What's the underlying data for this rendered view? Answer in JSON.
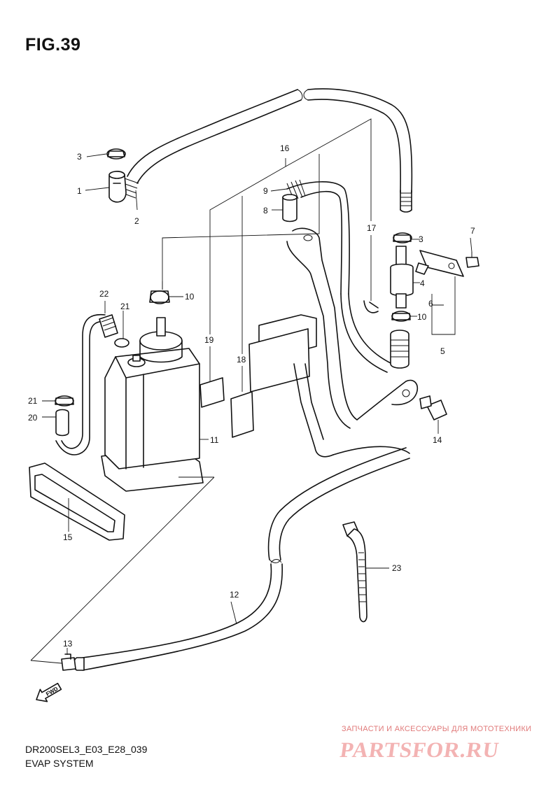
{
  "figure": {
    "title": "FIG.39",
    "model_code": "DR200SEL3_E03_E28_039",
    "system_name": "EVAP SYSTEM",
    "fwd_label": "FWD"
  },
  "watermark": {
    "caption": "ЗАПЧАСТИ И АКСЕССУАРЫ ДЛЯ МОТОТЕХНИКИ",
    "logo": "PARTSFOR.RU"
  },
  "callouts": {
    "c1": "1",
    "c2": "2",
    "c3a": "3",
    "c3b": "3",
    "c4": "4",
    "c5": "5",
    "c6": "6",
    "c7": "7",
    "c8": "8",
    "c9": "9",
    "c10a": "10",
    "c10b": "10",
    "c11": "11",
    "c12": "12",
    "c13": "13",
    "c14": "14",
    "c15": "15",
    "c16": "16",
    "c17": "17",
    "c18": "18",
    "c19": "19",
    "c20": "20",
    "c21a": "21",
    "c21b": "21",
    "c22": "22",
    "c23": "23"
  }
}
